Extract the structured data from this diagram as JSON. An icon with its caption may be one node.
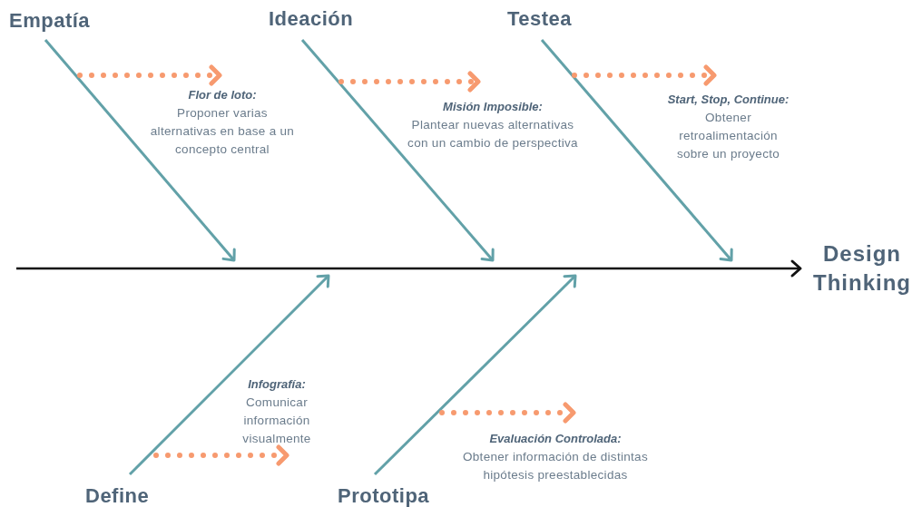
{
  "diagram": {
    "nodes": [
      {
        "text": [
          "Empatía"
        ]
      },
      {
        "text": [
          "Ideación"
        ]
      },
      {
        "text": [
          "Testea"
        ]
      },
      {
        "text": [
          "Flor de loto:",
          "Proponer varias alternativas en base a un concepto central"
        ]
      },
      {
        "text": [
          "Misión Imposible:",
          "Plantear nuevas alternativas con un cambio de perspectiva"
        ]
      },
      {
        "text": [
          "Start, Stop, Continue:",
          "Obtener retroalimentación sobre un proyecto"
        ]
      },
      {
        "text": [
          "Design Thinking"
        ]
      },
      {
        "text": [
          "Infografía:",
          "Comunicar información visualmente"
        ]
      },
      {
        "text": [
          "Evaluación Controlada:",
          "Obtener información de distintas hipótesis preestablecidas"
        ]
      },
      {
        "text": [
          "Define"
        ]
      },
      {
        "text": [
          "Prototipa"
        ]
      }
    ],
    "edges": [
      {
        "from": 0,
        "to": null,
        "arrow": "to"
      },
      {
        "from": 1,
        "to": null,
        "arrow": "to"
      },
      {
        "from": 2,
        "to": null,
        "arrow": "to"
      },
      {
        "from": 9,
        "to": null,
        "arrow": "to"
      },
      {
        "from": 10,
        "to": null,
        "arrow": "to"
      },
      {
        "from": null,
        "to": 6,
        "arrow": "to",
        "color": "#111111"
      },
      {
        "from": null,
        "to": 3,
        "arrow": "to",
        "style": "dashed",
        "color": "#f79a6f"
      },
      {
        "from": null,
        "to": 4,
        "arrow": "to",
        "style": "dashed",
        "color": "#f79a6f"
      },
      {
        "from": null,
        "to": 5,
        "arrow": "to",
        "style": "dashed",
        "color": "#f79a6f"
      },
      {
        "from": null,
        "to": 7,
        "arrow": "to",
        "style": "dashed",
        "color": "#f79a6f"
      },
      {
        "from": null,
        "to": 8,
        "arrow": "to",
        "style": "dashed",
        "color": "#f79a6f"
      }
    ]
  }
}
